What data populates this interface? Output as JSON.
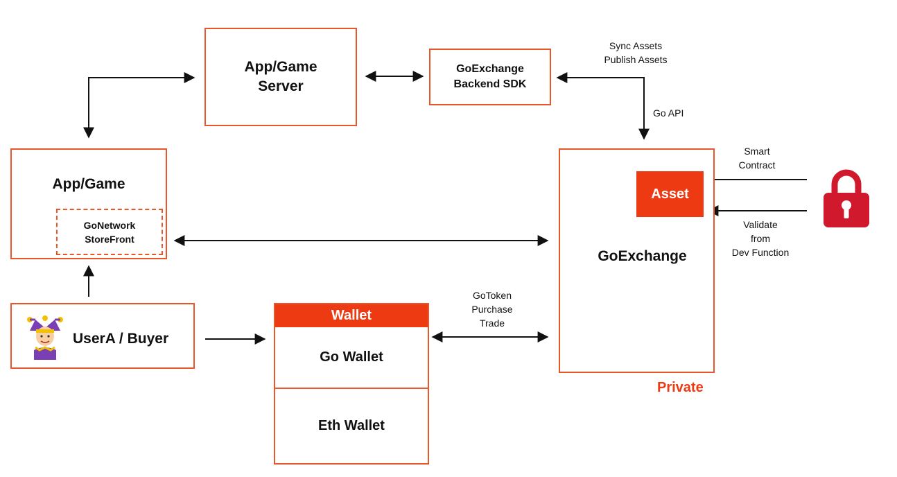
{
  "nodes": {
    "app_game_server": "App/Game Server",
    "goexchange_backend_sdk": "GoExchange Backend SDK",
    "app_game": "App/Game",
    "gonetwork_storefront": "GoNetwork StoreFront",
    "user_buyer": "UserA / Buyer",
    "wallet_header": "Wallet",
    "go_wallet": "Go Wallet",
    "eth_wallet": "Eth Wallet",
    "goexchange": "GoExchange",
    "asset": "Asset",
    "private": "Private"
  },
  "labels": {
    "sync_assets": "Sync Assets",
    "publish_assets": "Publish Assets",
    "go_api": "Go API",
    "smart": "Smart",
    "contract": "Contract",
    "validate": "Validate",
    "from": "from",
    "dev_function": "Dev Function",
    "gotoken": "GoToken",
    "purchase": "Purchase",
    "trade": "Trade"
  },
  "icons": {
    "user": "jester-avatar-icon",
    "lock": "padlock-icon"
  },
  "colors": {
    "accent": "#e8562a",
    "fill": "#ee3a12",
    "lock": "#d0192c"
  }
}
